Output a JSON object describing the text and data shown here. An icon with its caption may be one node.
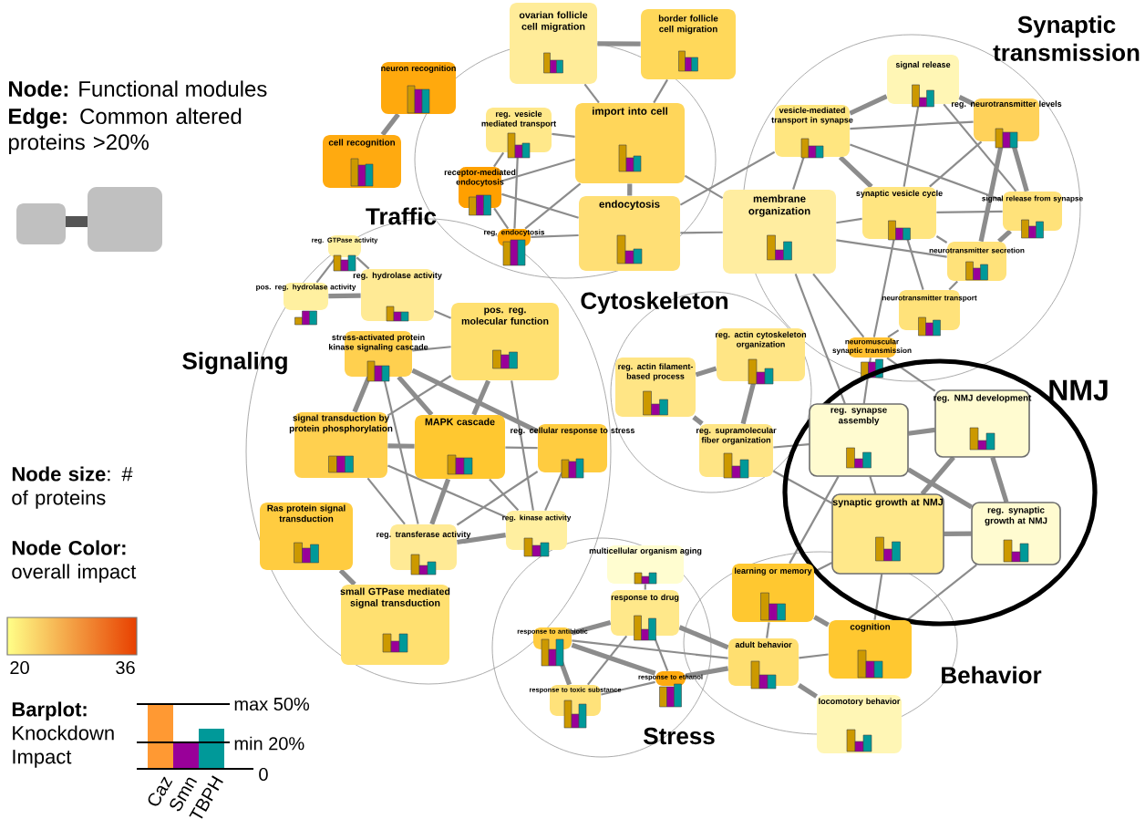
{
  "diagram": {
    "nodes": [
      {
        "text": [
          "neuron recognition"
        ]
      },
      {
        "text": [
          "cell recognition"
        ]
      },
      {
        "text": [
          "ovarian follicle cell migration"
        ]
      },
      {
        "text": [
          "border follicle cell migration"
        ]
      },
      {
        "text": [
          "reg. vesicle mediated transport"
        ]
      },
      {
        "text": [
          "import into cell"
        ]
      },
      {
        "text": [
          "receptor-mediated endocytosis"
        ]
      },
      {
        "text": [
          "reg. endocytosis"
        ]
      },
      {
        "text": [
          "endocytosis"
        ]
      },
      {
        "text": [
          "membrane organization"
        ]
      },
      {
        "text": [
          "signal release"
        ]
      },
      {
        "text": [
          "vesicle-mediated transport in synapse"
        ]
      },
      {
        "text": [
          "reg. neurotransmitter levels"
        ]
      },
      {
        "text": [
          "synaptic vesicle cycle"
        ]
      },
      {
        "text": [
          "signal release from synapse"
        ]
      },
      {
        "text": [
          "neurotransmitter secretion"
        ]
      },
      {
        "text": [
          "neurotransmitter transport"
        ]
      },
      {
        "text": [
          "neuromuscular synaptic transmission"
        ]
      },
      {
        "text": [
          "reg. GTPase activity"
        ]
      },
      {
        "text": [
          "reg. hydrolase activity"
        ]
      },
      {
        "text": [
          "pos. reg. hydrolase activity"
        ]
      },
      {
        "text": [
          "pos. reg. molecular function"
        ]
      },
      {
        "text": [
          "stress-activated protein kinase signaling cascade"
        ]
      },
      {
        "text": [
          "signal transduction by protein phosphorylation"
        ]
      },
      {
        "text": [
          "MAPK cascade"
        ]
      },
      {
        "text": [
          "reg. cellular response to stress"
        ]
      },
      {
        "text": [
          "Ras protein signal transduction"
        ]
      },
      {
        "text": [
          "reg. transferase activity"
        ]
      },
      {
        "text": [
          "reg. kinase activity"
        ]
      },
      {
        "text": [
          "small GTPase mediated signal transduction"
        ]
      },
      {
        "text": [
          "reg. actin cytoskeleton organization"
        ]
      },
      {
        "text": [
          "reg. actin filament-based process"
        ]
      },
      {
        "text": [
          "reg. supramolecular fiber organization"
        ]
      },
      {
        "text": [
          "NMJ"
        ]
      },
      {
        "text": [
          "reg. synapse assembly"
        ],
        "in": 33
      },
      {
        "text": [
          "reg. NMJ development"
        ],
        "in": 33
      },
      {
        "text": [
          "synaptic growth at NMJ"
        ],
        "in": 33
      },
      {
        "text": [
          "reg. synaptic growth at NMJ"
        ],
        "in": 33
      },
      {
        "text": [
          "multicellular organism aging"
        ]
      },
      {
        "text": [
          "response to drug"
        ]
      },
      {
        "text": [
          "response to antibiotic"
        ]
      },
      {
        "text": [
          "response to toxic substance"
        ]
      },
      {
        "text": [
          "response to ethanol"
        ]
      },
      {
        "text": [
          "learning or memory"
        ]
      },
      {
        "text": [
          "adult behavior"
        ]
      },
      {
        "text": [
          "cognition"
        ]
      },
      {
        "text": [
          "locomotory behavior"
        ]
      }
    ],
    "edges": [
      {
        "from": 0,
        "to": 1,
        "arrow": "none",
        "style": "thick"
      },
      {
        "from": 2,
        "to": 3,
        "arrow": "none",
        "style": "thick"
      },
      {
        "from": 2,
        "to": 5,
        "arrow": "none"
      },
      {
        "from": 3,
        "to": 5,
        "arrow": "none"
      },
      {
        "from": 4,
        "to": 5,
        "arrow": "none"
      },
      {
        "from": 4,
        "to": 6,
        "arrow": "none"
      },
      {
        "from": 4,
        "to": 7,
        "arrow": "none"
      },
      {
        "from": 6,
        "to": 5,
        "arrow": "none"
      },
      {
        "from": 6,
        "to": 7,
        "arrow": "none"
      },
      {
        "from": 6,
        "to": 8,
        "arrow": "none"
      },
      {
        "from": 7,
        "to": 5,
        "arrow": "none"
      },
      {
        "from": 7,
        "to": 8,
        "arrow": "none"
      },
      {
        "from": 5,
        "to": 8,
        "arrow": "none",
        "style": "thick"
      },
      {
        "from": 5,
        "to": 9,
        "arrow": "none"
      },
      {
        "from": 8,
        "to": 9,
        "arrow": "none"
      },
      {
        "from": 8,
        "to": 11,
        "arrow": "none"
      },
      {
        "from": 10,
        "to": 11,
        "arrow": "none",
        "style": "thick"
      },
      {
        "from": 10,
        "to": 12,
        "arrow": "none",
        "style": "thick"
      },
      {
        "from": 10,
        "to": 13,
        "arrow": "none"
      },
      {
        "from": 10,
        "to": 14,
        "arrow": "none"
      },
      {
        "from": 11,
        "to": 12,
        "arrow": "none"
      },
      {
        "from": 11,
        "to": 13,
        "arrow": "none",
        "style": "thick"
      },
      {
        "from": 11,
        "to": 14,
        "arrow": "none"
      },
      {
        "from": 11,
        "to": 9,
        "arrow": "none"
      },
      {
        "from": 12,
        "to": 13,
        "arrow": "none"
      },
      {
        "from": 12,
        "to": 14,
        "arrow": "none",
        "style": "thick"
      },
      {
        "from": 12,
        "to": 15,
        "arrow": "none",
        "style": "thick"
      },
      {
        "from": 13,
        "to": 14,
        "arrow": "none"
      },
      {
        "from": 13,
        "to": 15,
        "arrow": "none"
      },
      {
        "from": 13,
        "to": 16,
        "arrow": "none"
      },
      {
        "from": 13,
        "to": 17,
        "arrow": "none"
      },
      {
        "from": 13,
        "to": 9,
        "arrow": "none"
      },
      {
        "from": 14,
        "to": 15,
        "arrow": "none",
        "style": "thick"
      },
      {
        "from": 15,
        "to": 16,
        "arrow": "none"
      },
      {
        "from": 15,
        "to": 9,
        "arrow": "none"
      },
      {
        "from": 16,
        "to": 17,
        "arrow": "none"
      },
      {
        "from": 9,
        "to": 17,
        "arrow": "none"
      },
      {
        "from": 9,
        "to": 34,
        "arrow": "none"
      },
      {
        "from": 17,
        "to": 34,
        "arrow": "none"
      },
      {
        "from": 17,
        "to": 35,
        "arrow": "none"
      },
      {
        "from": 18,
        "to": 19,
        "arrow": "none"
      },
      {
        "from": 18,
        "to": 20,
        "arrow": "none"
      },
      {
        "from": 20,
        "to": 19,
        "arrow": "none",
        "style": "thick"
      },
      {
        "from": 19,
        "to": 21,
        "arrow": "none"
      },
      {
        "from": 22,
        "to": 21,
        "arrow": "none"
      },
      {
        "from": 22,
        "to": 23,
        "arrow": "none",
        "style": "thick"
      },
      {
        "from": 22,
        "to": 24,
        "arrow": "none",
        "style": "thick"
      },
      {
        "from": 22,
        "to": 25,
        "arrow": "none",
        "style": "thick"
      },
      {
        "from": 22,
        "to": 27,
        "arrow": "none"
      },
      {
        "from": 21,
        "to": 24,
        "arrow": "none",
        "style": "thick"
      },
      {
        "from": 21,
        "to": 28,
        "arrow": "none"
      },
      {
        "from": 21,
        "to": 23,
        "arrow": "none"
      },
      {
        "from": 23,
        "to": 24,
        "arrow": "none",
        "style": "thick"
      },
      {
        "from": 23,
        "to": 27,
        "arrow": "none"
      },
      {
        "from": 23,
        "to": 28,
        "arrow": "none"
      },
      {
        "from": 24,
        "to": 25,
        "arrow": "none"
      },
      {
        "from": 24,
        "to": 27,
        "arrow": "none",
        "style": "thick"
      },
      {
        "from": 24,
        "to": 28,
        "arrow": "none"
      },
      {
        "from": 25,
        "to": 27,
        "arrow": "none"
      },
      {
        "from": 25,
        "to": 28,
        "arrow": "none"
      },
      {
        "from": 27,
        "to": 28,
        "arrow": "none",
        "style": "thick"
      },
      {
        "from": 26,
        "to": 29,
        "arrow": "none",
        "style": "thick"
      },
      {
        "from": 30,
        "to": 31,
        "arrow": "none",
        "style": "thick"
      },
      {
        "from": 30,
        "to": 32,
        "arrow": "none",
        "style": "thick"
      },
      {
        "from": 31,
        "to": 32,
        "arrow": "none",
        "style": "thick"
      },
      {
        "from": 32,
        "to": 34,
        "arrow": "none"
      },
      {
        "from": 32,
        "to": 36,
        "arrow": "none"
      },
      {
        "from": 34,
        "to": 35,
        "arrow": "none",
        "style": "thick"
      },
      {
        "from": 34,
        "to": 36,
        "arrow": "none"
      },
      {
        "from": 34,
        "to": 37,
        "arrow": "none",
        "style": "thick"
      },
      {
        "from": 35,
        "to": 36,
        "arrow": "none",
        "style": "thick"
      },
      {
        "from": 35,
        "to": 37,
        "arrow": "none",
        "style": "thick"
      },
      {
        "from": 36,
        "to": 37,
        "arrow": "none",
        "style": "thick"
      },
      {
        "from": 34,
        "to": 43,
        "arrow": "none"
      },
      {
        "from": 36,
        "to": 43,
        "arrow": "none"
      },
      {
        "from": 36,
        "to": 45,
        "arrow": "none"
      },
      {
        "from": 37,
        "to": 45,
        "arrow": "none"
      },
      {
        "from": 43,
        "to": 44,
        "arrow": "none"
      },
      {
        "from": 43,
        "to": 45,
        "arrow": "none",
        "style": "thick"
      },
      {
        "from": 44,
        "to": 45,
        "arrow": "none"
      },
      {
        "from": 44,
        "to": 46,
        "arrow": "none",
        "style": "thick"
      },
      {
        "from": 38,
        "to": 39,
        "arrow": "none"
      },
      {
        "from": 39,
        "to": 40,
        "arrow": "none",
        "style": "thick"
      },
      {
        "from": 39,
        "to": 41,
        "arrow": "none"
      },
      {
        "from": 39,
        "to": 42,
        "arrow": "none"
      },
      {
        "from": 39,
        "to": 44,
        "arrow": "none",
        "style": "thick"
      },
      {
        "from": 40,
        "to": 41,
        "arrow": "none",
        "style": "thick"
      },
      {
        "from": 40,
        "to": 42,
        "arrow": "none",
        "style": "thick"
      },
      {
        "from": 41,
        "to": 42,
        "arrow": "none"
      },
      {
        "from": 40,
        "to": 44,
        "arrow": "none"
      },
      {
        "from": 42,
        "to": 44,
        "arrow": "none",
        "style": "thick"
      }
    ],
    "labels": [
      "Synaptic transmission",
      "**Node:** Functional modules",
      "**Edge:** Common altered proteins >20%",
      "Traffic",
      "Cytoskeleton",
      "Signaling",
      "**Node size**: # of proteins",
      "**Node Color:** overall impact",
      "20",
      "36",
      "Behavior",
      "**Barplot:** Knockdown Impact",
      "max 50%",
      "min 20%",
      "Stress",
      "0",
      "Caz",
      "Smn",
      "TBPH"
    ]
  }
}
